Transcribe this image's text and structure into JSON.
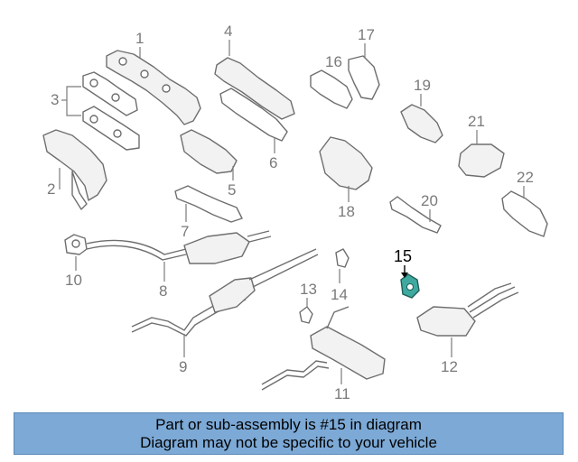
{
  "diagram": {
    "callouts": [
      "1",
      "2",
      "3",
      "4",
      "5",
      "6",
      "7",
      "8",
      "9",
      "10",
      "11",
      "12",
      "13",
      "14",
      "15",
      "16",
      "17",
      "18",
      "19",
      "20",
      "21",
      "22"
    ],
    "highlighted_callout": "15",
    "highlight_color": "#3fa9a0",
    "parts": [
      {
        "number": "1",
        "icon": "exhaust-manifold-icon"
      },
      {
        "number": "2",
        "icon": "exhaust-manifold-icon"
      },
      {
        "number": "3",
        "icon": "manifold-gasket-icon"
      },
      {
        "number": "4",
        "icon": "heat-shield-icon"
      },
      {
        "number": "5",
        "icon": "heat-shield-icon"
      },
      {
        "number": "6",
        "icon": "heat-shield-icon"
      },
      {
        "number": "7",
        "icon": "bracket-icon"
      },
      {
        "number": "8",
        "icon": "catalytic-converter-icon"
      },
      {
        "number": "9",
        "icon": "front-pipe-icon"
      },
      {
        "number": "10",
        "icon": "flange-gasket-icon"
      },
      {
        "number": "11",
        "icon": "muffler-icon"
      },
      {
        "number": "12",
        "icon": "muffler-icon"
      },
      {
        "number": "13",
        "icon": "hanger-icon"
      },
      {
        "number": "14",
        "icon": "hanger-icon"
      },
      {
        "number": "15",
        "icon": "hanger-icon"
      },
      {
        "number": "16",
        "icon": "heat-shield-icon"
      },
      {
        "number": "17",
        "icon": "heat-shield-icon"
      },
      {
        "number": "18",
        "icon": "heat-shield-icon"
      },
      {
        "number": "19",
        "icon": "heat-shield-icon"
      },
      {
        "number": "20",
        "icon": "heat-shield-icon"
      },
      {
        "number": "21",
        "icon": "heat-shield-icon"
      },
      {
        "number": "22",
        "icon": "heat-shield-icon"
      }
    ]
  },
  "banner": {
    "line1": "Part or sub-assembly is #15 in diagram",
    "line2": "Diagram may not be specific to your vehicle",
    "background": "#7ca9d6"
  }
}
